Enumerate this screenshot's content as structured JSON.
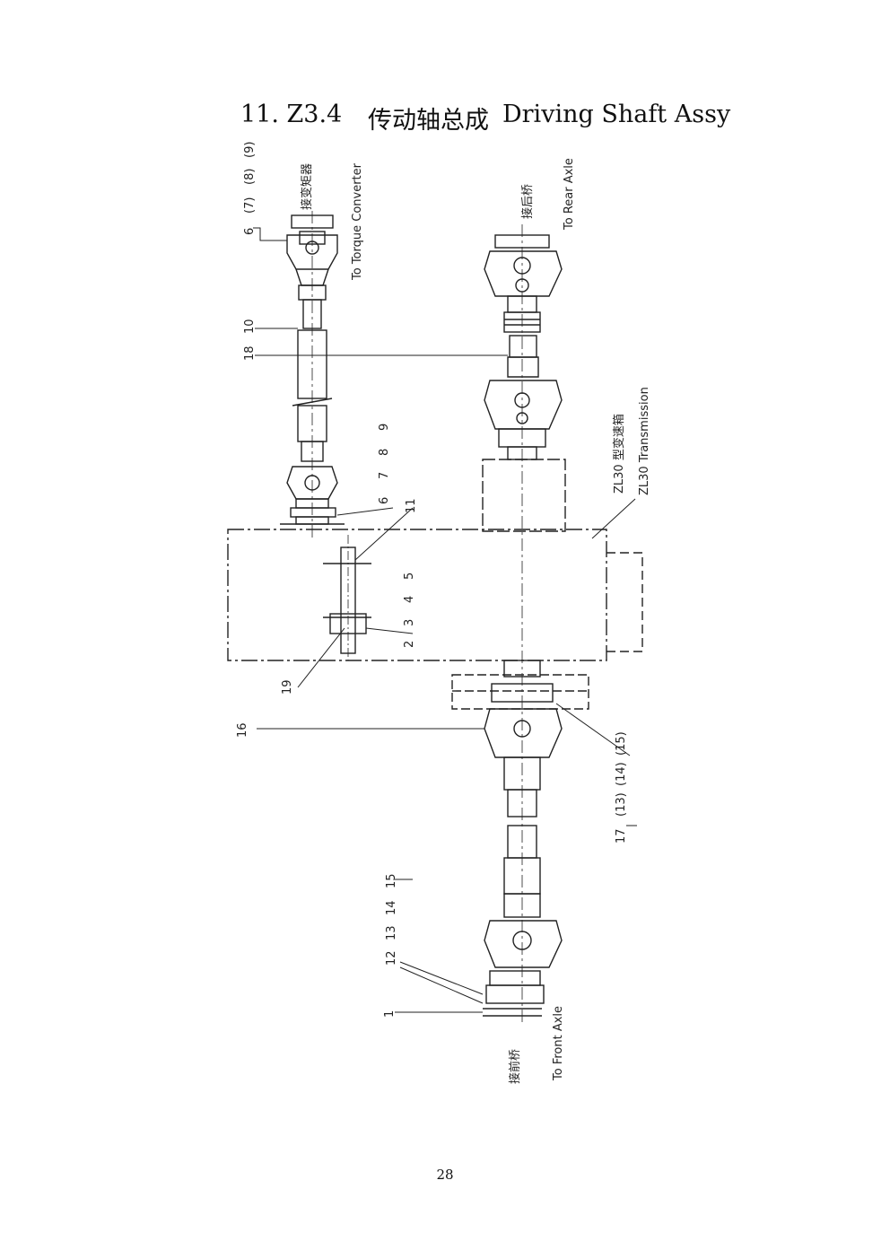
{
  "header": {
    "number": "11. Z3.4",
    "title_cn": "传动轴总成",
    "title_en": "Driving Shaft Assy"
  },
  "labels": {
    "torque_converter_cn": "接变矩器",
    "torque_converter_en": "To Torque Converter",
    "rear_axle_cn": "接后桥",
    "rear_axle_en": "To Rear Axle",
    "front_axle_cn": "接前桥",
    "front_axle_en": "To Front Axle",
    "transmission_cn": "ZL30 型变速箱",
    "transmission_en": "ZL30 Transmission"
  },
  "callouts": {
    "top_group": [
      "6",
      "(7)",
      "(8)",
      "(9)"
    ],
    "mid_group": [
      "6",
      "7",
      "8",
      "9"
    ],
    "n10": "10",
    "n18": "18",
    "n11": "11",
    "low_group": [
      "2",
      "3",
      "4",
      "5"
    ],
    "n19": "19",
    "n16": "16",
    "n17_group": [
      "17",
      "(13)",
      "(14)",
      "(15)"
    ],
    "bottom_group": [
      "12",
      "13",
      "14",
      "15"
    ],
    "n1": "1"
  },
  "footer": {
    "page_number": "28"
  }
}
